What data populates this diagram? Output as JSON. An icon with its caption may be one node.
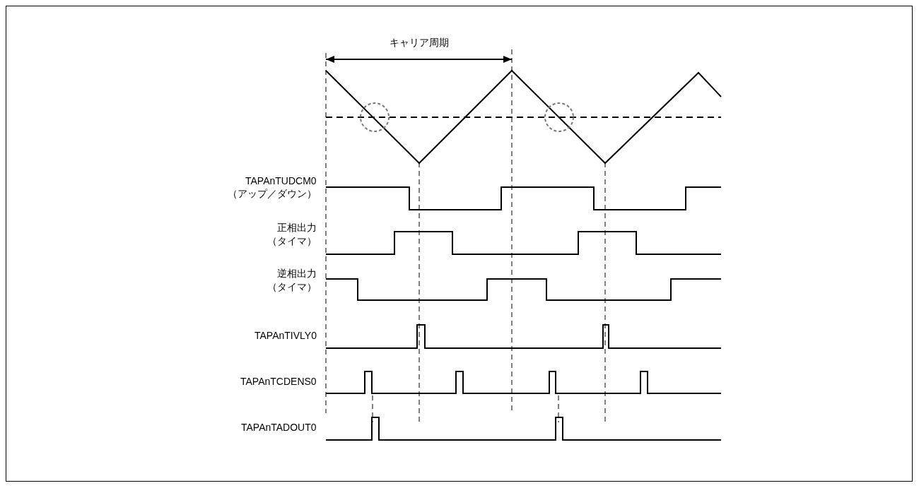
{
  "diagram": {
    "labels": [
      "キャリア周期",
      "TAPAnTUDCM0",
      "（アップ／ダウン）",
      "正相出力",
      "（タイマ）",
      "逆相出力",
      "（タイマ）",
      "TAPAnTIVLY0",
      "TAPAnTCDENS0",
      "TAPAnTADOUT0"
    ]
  }
}
